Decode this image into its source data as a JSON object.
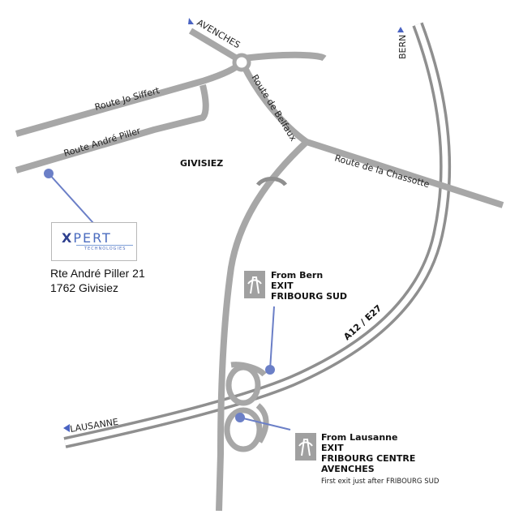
{
  "places": {
    "avenches": "AVENCHES",
    "bern": "BERN",
    "lausanne": "LAUSANNE",
    "givisiez": "GIVISIEZ"
  },
  "roads": {
    "jo_siffert": "Route Jo Siffert",
    "andre_piller": "Route André Piller",
    "belfaux": "Route de Belfaux",
    "chassotte": "Route de la Chassotte",
    "motorway": "A12 / E27"
  },
  "company": {
    "logo_word": "PERT",
    "logo_letter": "X",
    "logo_sub": "TECHNOLOGIES",
    "address_line1": "Rte André Piller 21",
    "address_line2": "1762 Givisiez"
  },
  "exit_bern": {
    "line1": "From Bern",
    "line2": "EXIT",
    "line3": "FRIBOURG SUD"
  },
  "exit_lausanne": {
    "line1": "From Lausanne",
    "line2": "EXIT",
    "line3": "FRIBOURG CENTRE",
    "line4": "AVENCHES",
    "note": "First exit just after FRIBOURG SUD"
  },
  "colors": {
    "road": "#a7a7a7",
    "pin": "#6b7fc7",
    "arrow": "#4a63c2"
  }
}
